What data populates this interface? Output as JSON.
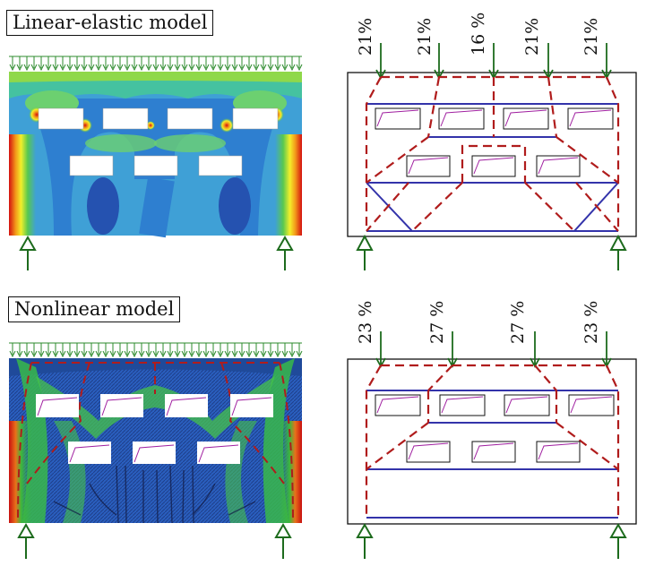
{
  "panels": {
    "linear": {
      "title": "Linear-elastic model",
      "load_shares": [
        "21%",
        "21%",
        "16 %",
        "21%",
        "21%"
      ]
    },
    "nonlinear": {
      "title": "Nonlinear model",
      "load_shares": [
        "23 %",
        "27 %",
        "27 %",
        "23 %"
      ]
    }
  },
  "colors": {
    "tie": "#3333aa",
    "strut": "#b01c1c",
    "support_arrow": "#1d6b1d",
    "load": "#2e8b2e"
  }
}
